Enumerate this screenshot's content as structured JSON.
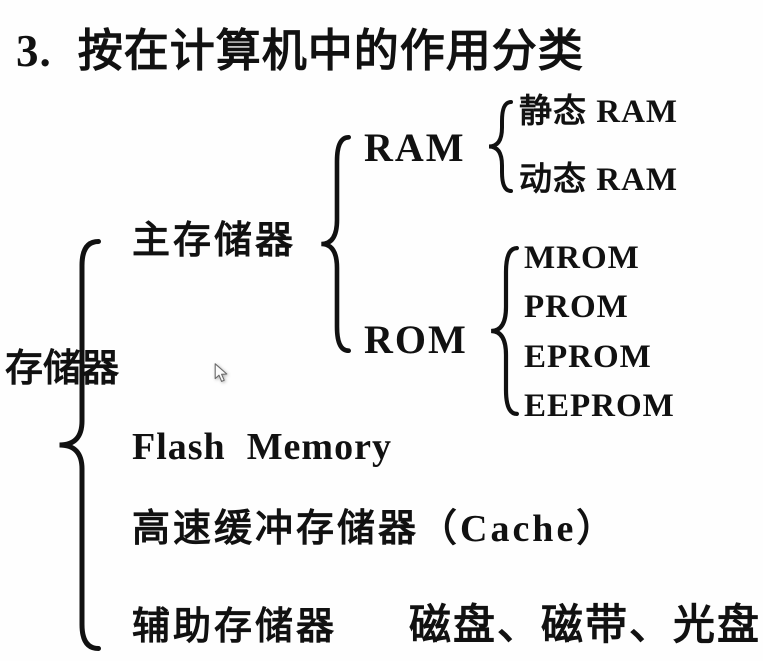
{
  "page": {
    "background_color": "#fefefe",
    "text_color": "#111111",
    "kind": "presentation-slide"
  },
  "title": {
    "number": "3.",
    "text": "按在计算机中的作用分类"
  },
  "tree": {
    "root": {
      "label": "存储器"
    },
    "branches": [
      {
        "label": "主存储器",
        "children": [
          {
            "label": "RAM",
            "children": [
              {
                "label": "静态 RAM"
              },
              {
                "label": "动态 RAM"
              }
            ]
          },
          {
            "label": "ROM",
            "children": [
              {
                "label": "MROM"
              },
              {
                "label": "PROM"
              },
              {
                "label": "EPROM"
              },
              {
                "label": "EEPROM"
              }
            ]
          }
        ]
      },
      {
        "label": "Flash  Memory"
      },
      {
        "label": "高速缓冲存储器（Cache）"
      },
      {
        "label": "辅助存储器",
        "detail": "磁盘、磁带、光盘"
      }
    ]
  },
  "icons": {
    "cursor": "arrow-cursor",
    "braces": [
      "root-brace",
      "main-memory-brace",
      "ram-brace",
      "rom-brace"
    ]
  }
}
